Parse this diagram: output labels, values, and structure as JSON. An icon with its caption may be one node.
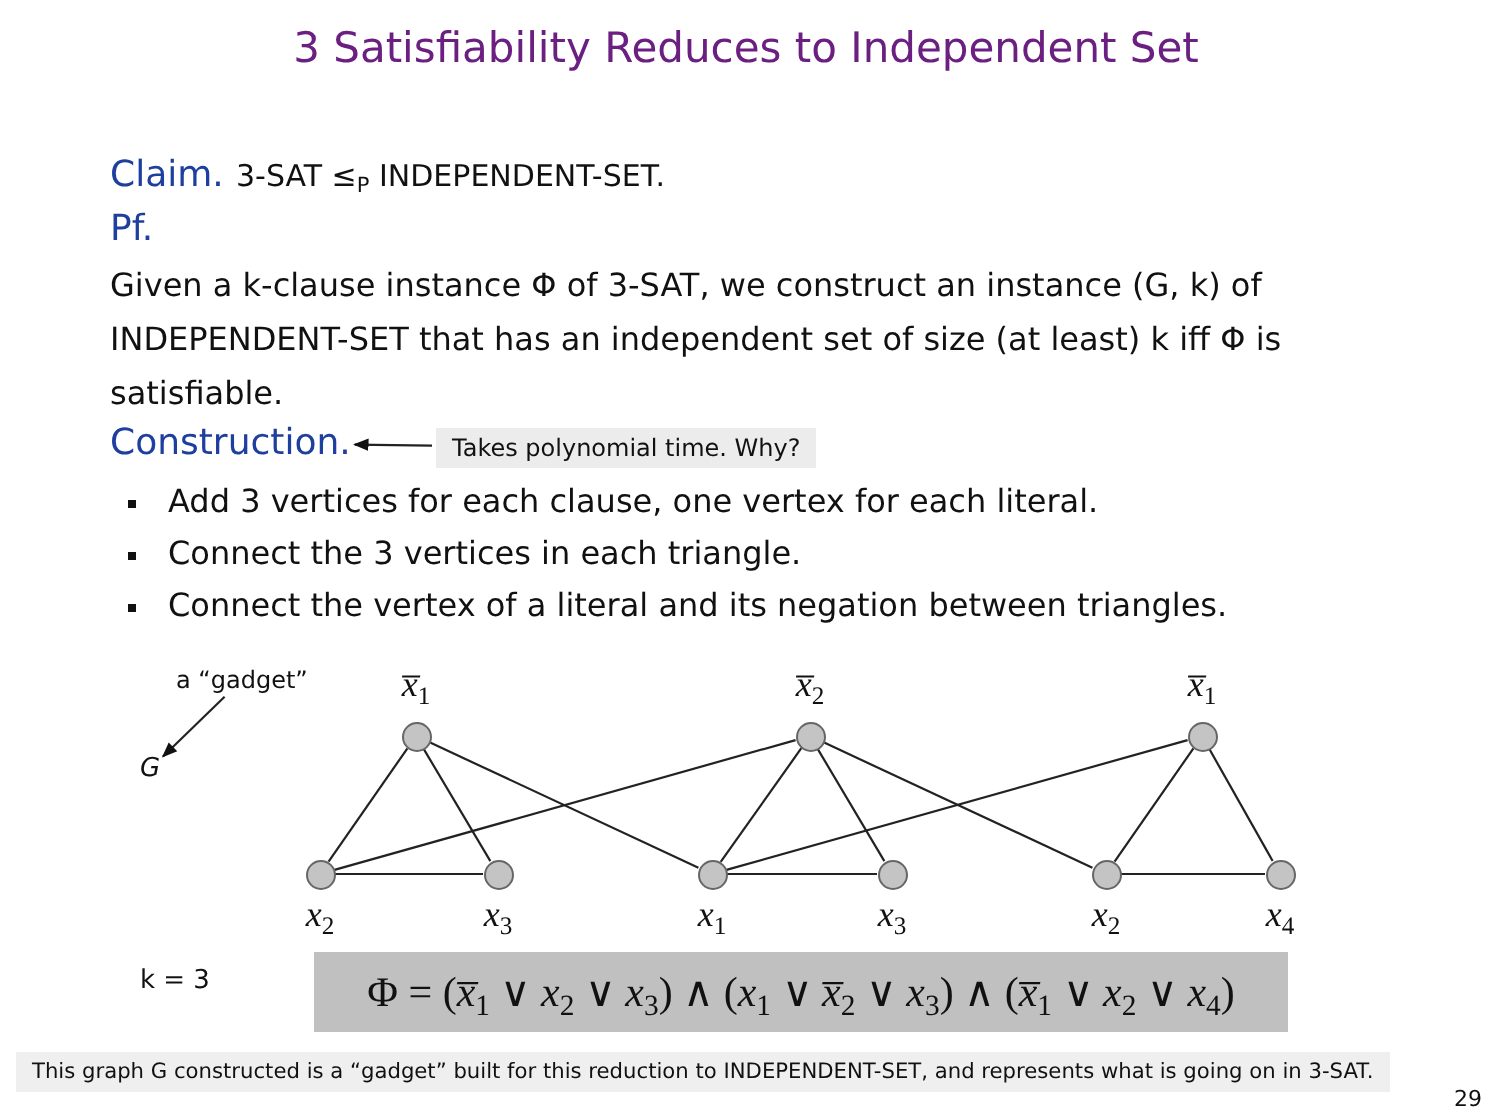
{
  "diagram": {
    "title": "3 Satisfiability Reduces to Independent Set",
    "nodes": [
      {
        "text": [
          "Construction."
        ]
      },
      {
        "text": [
          "Takes polynomial time. Why?"
        ]
      },
      {
        "text": [
          "a “gadget”"
        ]
      },
      {
        "text": [
          "G"
        ]
      },
      {
        "text": [],
        "shape": "circle",
        "beside": [
          "*x̅*$_{1}$"
        ]
      },
      {
        "text": [],
        "shape": "circle",
        "beside": [
          "*x*$_{2}$"
        ]
      },
      {
        "text": [],
        "shape": "circle",
        "beside": [
          "*x*$_{3}$"
        ]
      },
      {
        "text": [],
        "shape": "circle",
        "beside": [
          "*x̅*$_{2}$"
        ]
      },
      {
        "text": [],
        "shape": "circle",
        "beside": [
          "*x*$_{1}$"
        ]
      },
      {
        "text": [],
        "shape": "circle",
        "beside": [
          "*x*$_{3}$"
        ]
      },
      {
        "text": [],
        "shape": "circle",
        "beside": [
          "*x̅*$_{1}$"
        ]
      },
      {
        "text": [],
        "shape": "circle",
        "beside": [
          "*x*$_{2}$"
        ]
      },
      {
        "text": [],
        "shape": "circle",
        "beside": [
          "*x*$_{4}$"
        ]
      }
    ],
    "edges": [
      {
        "from": 1,
        "to": 0,
        "arrow": "to"
      },
      {
        "from": 2,
        "to": 3,
        "arrow": "to"
      },
      {
        "from": 4,
        "to": 5,
        "arrow": "none"
      },
      {
        "from": 4,
        "to": 6,
        "arrow": "none"
      },
      {
        "from": 5,
        "to": 6,
        "arrow": "none"
      },
      {
        "from": 7,
        "to": 8,
        "arrow": "none"
      },
      {
        "from": 7,
        "to": 9,
        "arrow": "none"
      },
      {
        "from": 8,
        "to": 9,
        "arrow": "none"
      },
      {
        "from": 10,
        "to": 11,
        "arrow": "none"
      },
      {
        "from": 10,
        "to": 12,
        "arrow": "none"
      },
      {
        "from": 11,
        "to": 12,
        "arrow": "none"
      },
      {
        "from": 4,
        "to": 8,
        "arrow": "none"
      },
      {
        "from": 5,
        "to": 7,
        "arrow": "none"
      },
      {
        "from": 7,
        "to": 11,
        "arrow": "none"
      },
      {
        "from": 8,
        "to": 10,
        "arrow": "none"
      }
    ],
    "labels": [
      "Claim.",
      "3-SAT ≤$_{P}$ INDEPENDENT-SET.",
      "Pf.",
      "Given a k-clause instance Φ of 3-SAT, we construct an instance (G, k) of INDEPENDENT-SET that has an independent set of size (at least) k iff Φ is satisfiable.",
      "Add 3 vertices for each clause, one vertex for each literal.",
      "Connect the 3 vertices in each triangle.",
      "Connect the vertex of a literal and its negation between triangles.",
      "k = 3",
      "Φ = (*x̅*$_{1}$ ∨ *x*$_{2}$ ∨ *x*$_{3}$) ∧ (*x*$_{1}$ ∨ *x̅*$_{2}$ ∨ *x*$_{3}$) ∧ (*x̅*$_{1}$ ∨ *x*$_{2}$ ∨ *x*$_{4}$)",
      "This graph G constructed is a “gadget” built for this reduction to INDEPENDENT-SET, and represents what is going on in 3-SAT.",
      "29"
    ]
  }
}
